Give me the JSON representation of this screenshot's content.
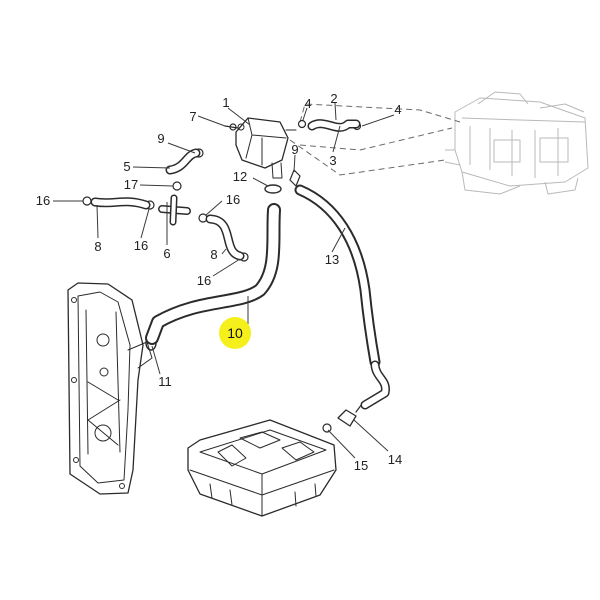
{
  "diagram": {
    "callouts": {
      "c1": "1",
      "c2": "2",
      "c3": "3",
      "c4a": "4",
      "c4b": "4",
      "c5": "5",
      "c6": "6",
      "c7": "7",
      "c8a": "8",
      "c8b": "8",
      "c9a": "9",
      "c9b": "9",
      "c10": "10",
      "c11": "11",
      "c12": "12",
      "c13": "13",
      "c14": "14",
      "c15": "15",
      "c16a": "16",
      "c16b": "16",
      "c16c": "16",
      "c16d": "16",
      "c17": "17"
    },
    "highlight_color": "#f5ef1c",
    "line_color": "#2b2b2b"
  }
}
